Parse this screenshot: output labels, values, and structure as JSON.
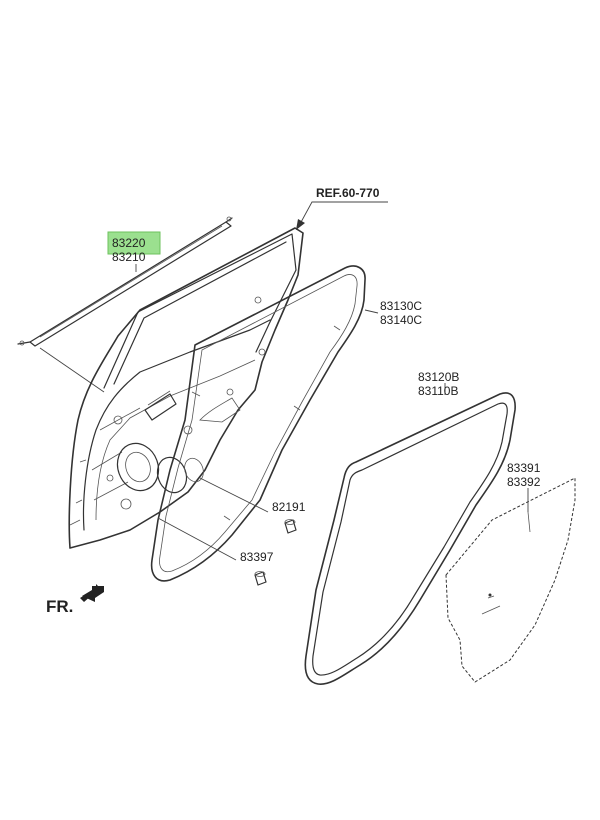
{
  "highlight_color": "#9be08f",
  "labels": {
    "ref": "REF.60-770",
    "p83220": "83220",
    "p83210": "83210",
    "p83130c": "83130C",
    "p83140c": "83140C",
    "p83120b": "83120B",
    "p83110b": "83110B",
    "p83391": "83391",
    "p83392": "83392",
    "p82191": "82191",
    "p83397": "83397",
    "front": "FR."
  },
  "icons": {
    "front_arrow": "front-direction-arrow-icon"
  }
}
